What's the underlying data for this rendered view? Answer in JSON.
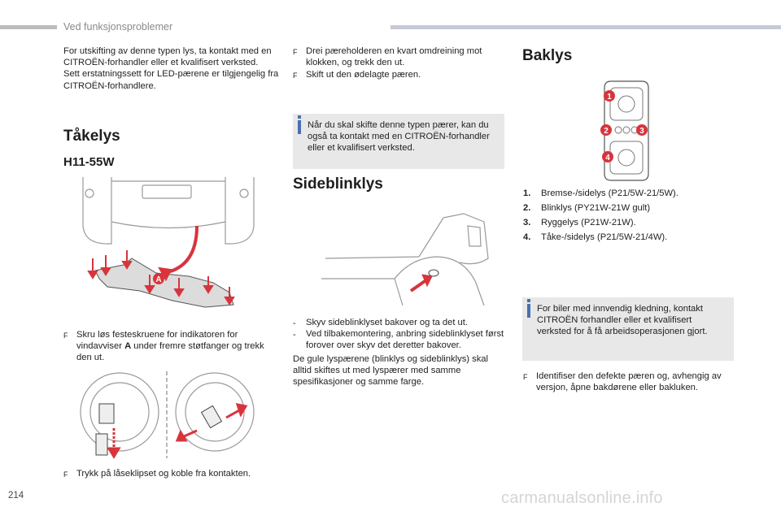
{
  "header": {
    "title": "Ved funksjonsproblemer"
  },
  "page_number": "214",
  "watermark": "carmanualsonline.info",
  "col1": {
    "intro_p1": "For utskifting av denne typen lys, ta kontakt med en CITROËN-forhandler eller et kvalifisert verksted.",
    "intro_p2": "Sett erstatningssett for LED-pærene er tilgjengelig fra CITROËN-forhandlere.",
    "section_title": "Tåkelys",
    "subsection_title": "H11-55W",
    "figure_label": "A",
    "step1_pre": "Skru løs festeskruene for indikatoren for vindavviser ",
    "step1_bold": "A",
    "step1_post": " under fremre støtfanger og trekk den ut.",
    "step2": "Trykk på låseklipset og koble fra kontakten.",
    "bullet_glyph": "F"
  },
  "col2": {
    "step1": "Drei pæreholderen en kvart omdreining mot klokken, og trekk den ut.",
    "step2": "Skift ut den ødelagte pæren.",
    "note": "Når du skal skifte denne typen pærer, kan du også ta kontakt med en CITROËN-forhandler eller et kvalifisert verksted.",
    "section_title": "Sideblinklys",
    "dash1": "Skyv sideblinklyset bakover og ta det ut.",
    "dash2": "Ved tilbakemontering, anbring sideblinklyset først forover over skyv det deretter bakover.",
    "dash_glyph": "-",
    "para": "De gule lyspærene (blinklys og sideblinklys) skal alltid skiftes ut med lyspærer med samme spesifikasjoner og samme farge."
  },
  "col3": {
    "section_title": "Baklys",
    "markers": [
      "1",
      "2",
      "3",
      "4"
    ],
    "list": [
      {
        "num": "1.",
        "text": "Bremse-/sidelys (P21/5W-21/5W)."
      },
      {
        "num": "2.",
        "text": "Blinklys (PY21W-21W gult)"
      },
      {
        "num": "3.",
        "text": "Ryggelys (P21W-21W)."
      },
      {
        "num": "4.",
        "text": "Tåke-/sidelys (P21/5W-21/4W)."
      }
    ],
    "note": "For biler med innvendig kledning, kontakt CITROËN forhandler eller et kvalifisert verksted for å få arbeidsoperasjonen gjort.",
    "step1": "Identifiser den defekte pæren og, avhengig av versjon, åpne bakdørene eller bakluken."
  },
  "colors": {
    "accent_red": "#d8343c",
    "note_bg": "#e8e8e8",
    "info_blue": "#4a6fb0",
    "header_bar": "#c6cad6"
  }
}
